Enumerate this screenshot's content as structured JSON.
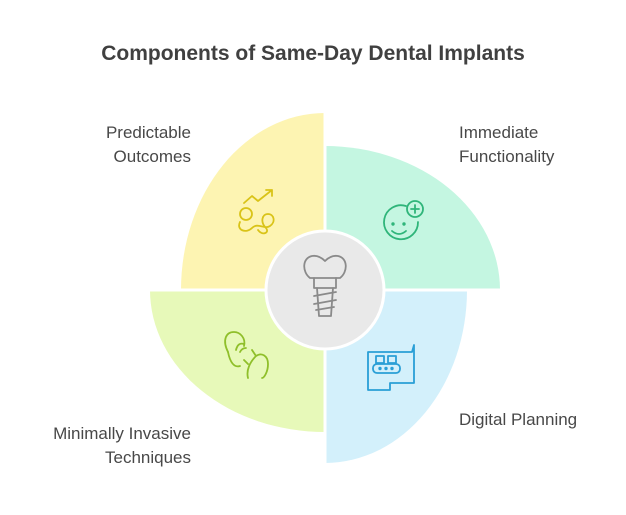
{
  "title": "Components of Same-Day Dental Implants",
  "center": {
    "icon": "dental-implant-icon"
  },
  "segments": [
    {
      "lines": [
        "Predictable",
        "Outcomes"
      ],
      "icon": "trend-arrow-icon",
      "color": "#fdf4b2",
      "icon_color": "#d9c318"
    },
    {
      "lines": [
        "Immediate",
        "Functionality"
      ],
      "icon": "smiley-plus-icon",
      "color": "#c4f6e1",
      "icon_color": "#2fb57a"
    },
    {
      "lines": [
        "Digital Planning"
      ],
      "icon": "digital-blueprint-icon",
      "color": "#d3f0fb",
      "icon_color": "#2a9fd6"
    },
    {
      "lines": [
        "Minimally Invasive",
        "Techniques"
      ],
      "icon": "gentle-hand-icon",
      "color": "#e7f9b9",
      "icon_color": "#8fbf2a"
    }
  ]
}
